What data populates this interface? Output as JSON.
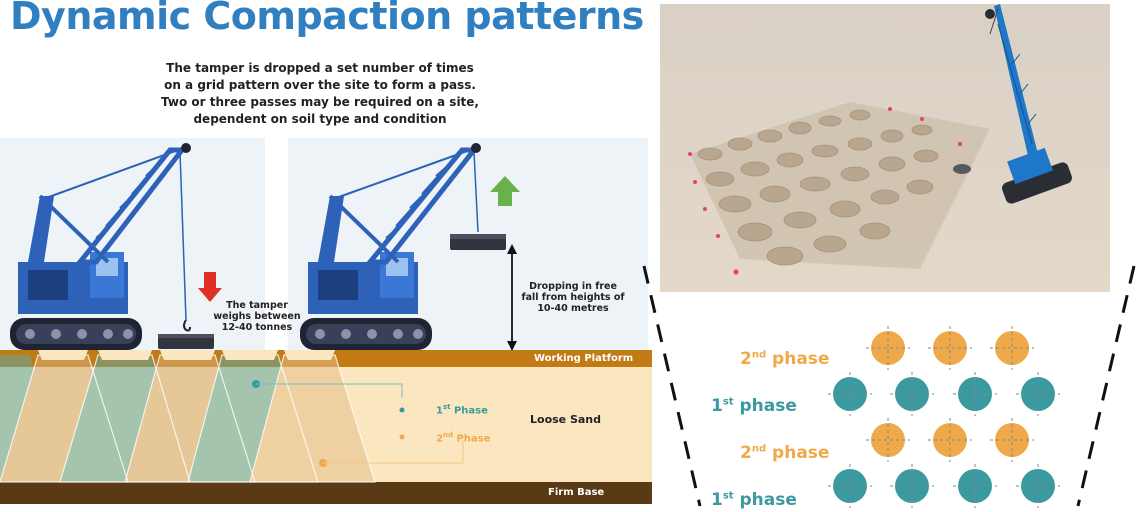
{
  "title": "Dynamic Compaction patterns",
  "description": [
    "The tamper is dropped a set number of times",
    "on a grid pattern over the site to form a pass.",
    "Two or three passes may be required on a site,",
    "dependent on soil type and condition"
  ],
  "tamper_label": [
    "The tamper",
    "weighs between",
    "12-40 tonnes"
  ],
  "drop_label": [
    "Dropping in free",
    "fall from heights of",
    "10-40 metres"
  ],
  "layers": {
    "working_platform": "Working Platform",
    "loose_sand": "Loose Sand",
    "firm_base": "Firm Base"
  },
  "legend": {
    "phase1": {
      "num": "1",
      "sup": "st",
      "word": " Phase"
    },
    "phase2": {
      "num": "2",
      "sup": "nd",
      "word": " Phase"
    }
  },
  "grid_labels": [
    {
      "num": "2",
      "sup": "nd",
      "word": " phase",
      "kind": "orange"
    },
    {
      "num": "1",
      "sup": "st",
      "word": " phase",
      "kind": "teal"
    },
    {
      "num": "2",
      "sup": "nd",
      "word": " phase",
      "kind": "orange"
    },
    {
      "num": "1",
      "sup": "st",
      "word": " phase",
      "kind": "teal"
    }
  ],
  "colors": {
    "title": "#2f7fc1",
    "phase1": "#3a9aa0",
    "phase2": "#f0a94a",
    "crane": "#2e62b8",
    "arrow_down": "#e03025",
    "arrow_up": "#6ab04c",
    "working_platform": "#c17a14",
    "loose_sand": "#fbe7bf",
    "firm_base": "#5a3a14"
  }
}
